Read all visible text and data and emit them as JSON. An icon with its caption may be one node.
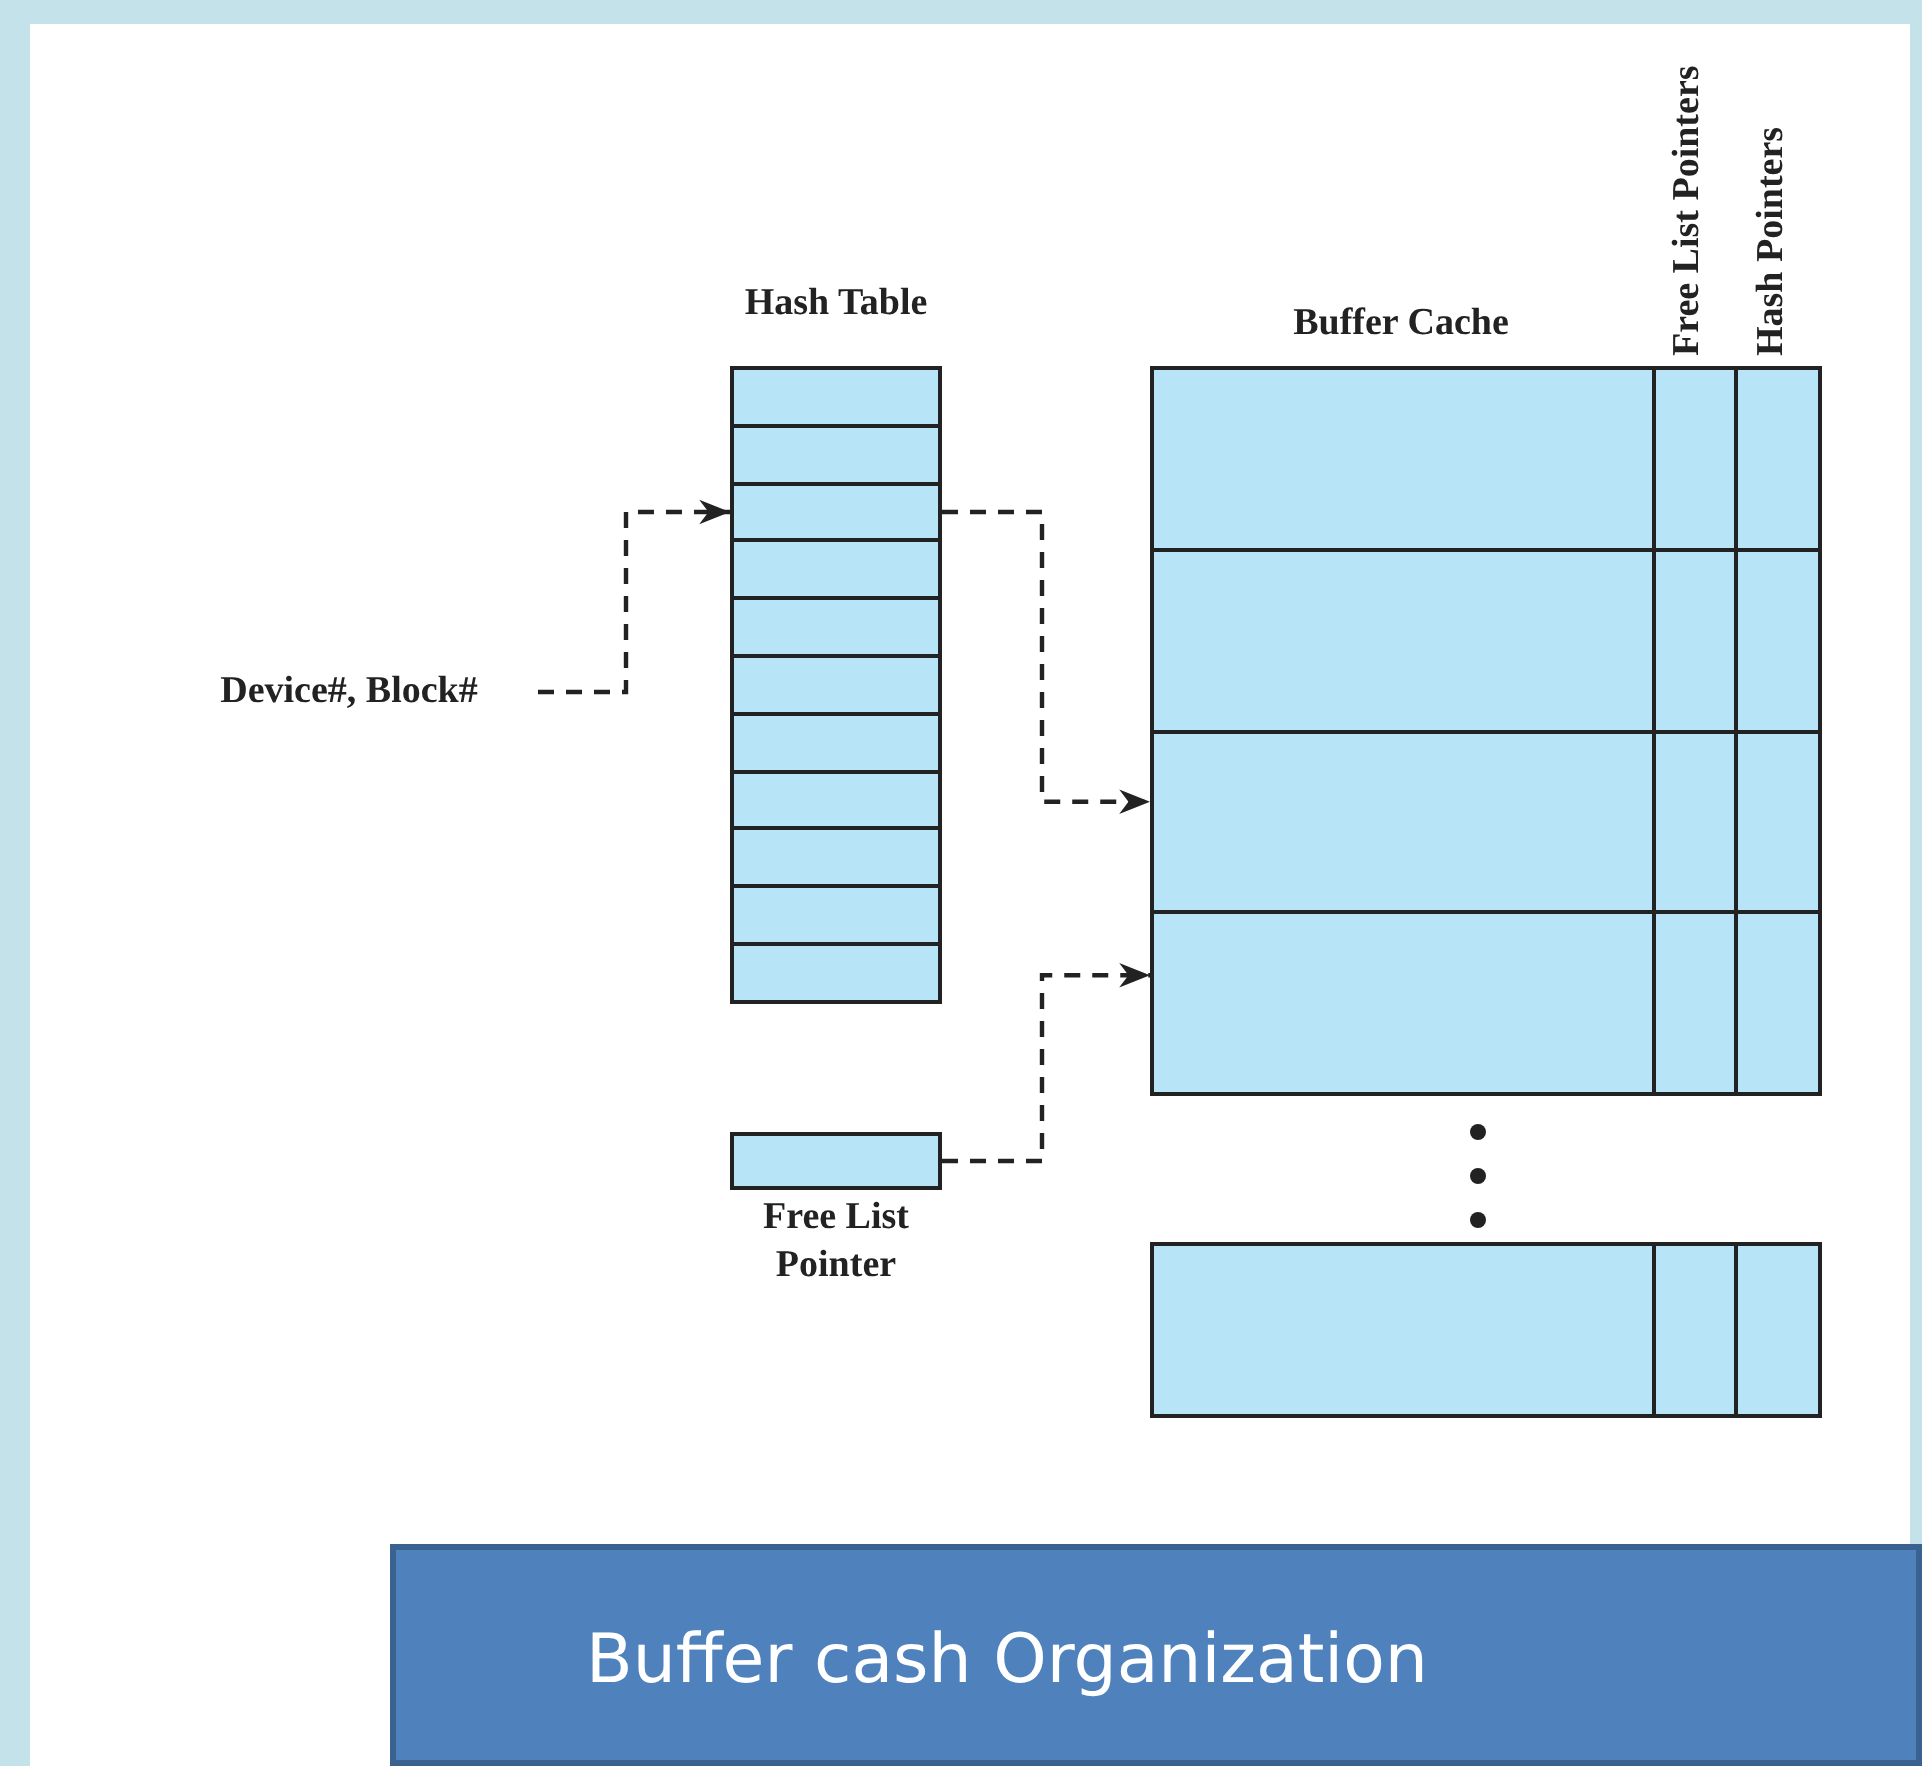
{
  "diagram": {
    "caption": "Buffer cash Organization",
    "nodes": [
      {
        "text": [
          "Device#, Block#"
        ]
      },
      {
        "text": [
          "Hash Table"
        ]
      },
      {
        "text": [],
        "shape": "box",
        "in": 1
      },
      {
        "text": [],
        "shape": "box",
        "in": 1
      },
      {
        "text": [],
        "shape": "box",
        "in": 1
      },
      {
        "text": [],
        "shape": "box",
        "in": 1
      },
      {
        "text": [],
        "shape": "box",
        "in": 1
      },
      {
        "text": [],
        "shape": "box",
        "in": 1
      },
      {
        "text": [],
        "shape": "box",
        "in": 1
      },
      {
        "text": [],
        "shape": "box",
        "in": 1
      },
      {
        "text": [],
        "shape": "box",
        "in": 1
      },
      {
        "text": [],
        "shape": "box",
        "in": 1
      },
      {
        "text": [],
        "shape": "box",
        "in": 1
      },
      {
        "text": [
          "Free List Pointer"
        ]
      },
      {
        "text": [
          "Buffer Cache"
        ]
      },
      {
        "text": [],
        "shape": "box",
        "in": 14
      },
      {
        "text": [],
        "shape": "box",
        "in": 14
      },
      {
        "text": [],
        "shape": "box",
        "in": 14
      },
      {
        "text": [],
        "shape": "box",
        "in": 14
      },
      {
        "text": [],
        "shape": "box"
      }
    ],
    "edges": [
      {
        "from": 0,
        "to": 4,
        "arrow": "to",
        "style": "dashed"
      },
      {
        "from": 4,
        "to": 17,
        "arrow": "to",
        "style": "dashed"
      },
      {
        "from": 13,
        "to": 18,
        "arrow": "to",
        "style": "dashed"
      }
    ],
    "labels": [
      "Free List Pointers",
      "Hash Pointers"
    ]
  }
}
